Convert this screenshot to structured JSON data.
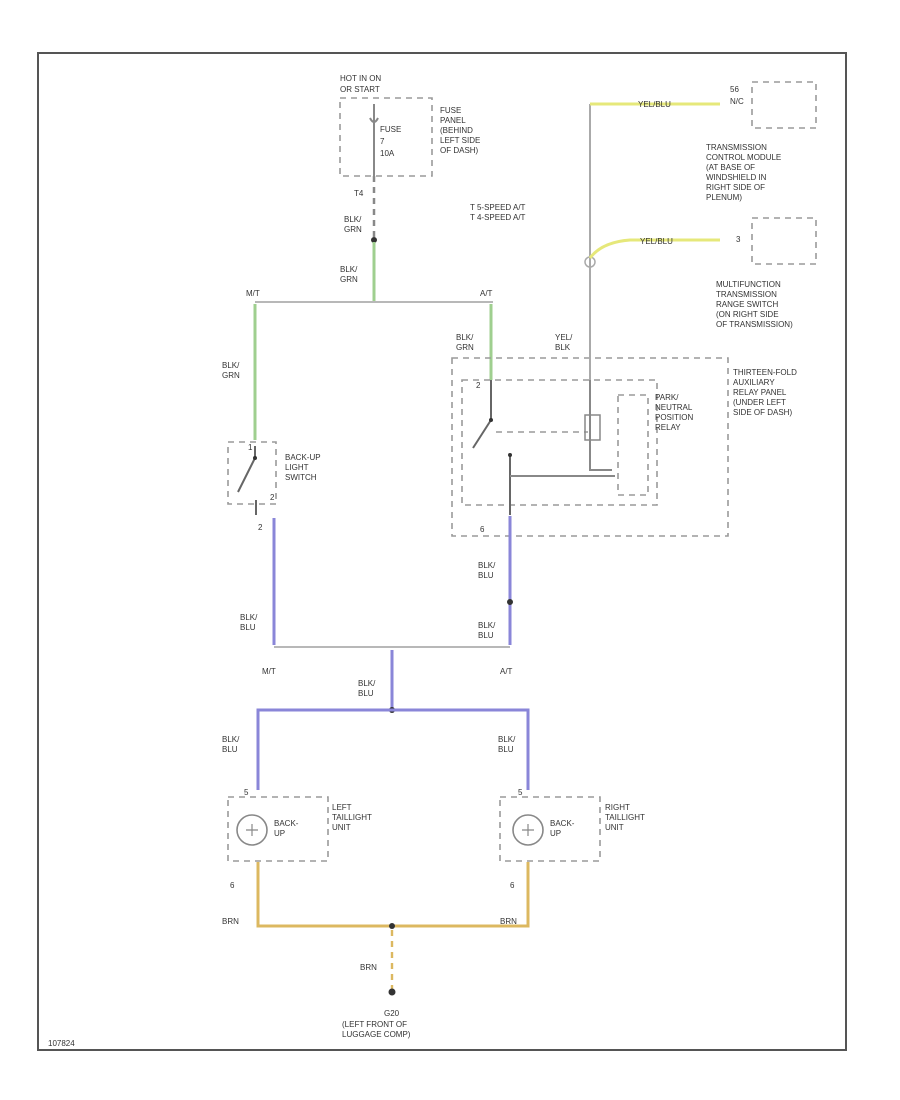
{
  "colors": {
    "grn": "#9fcf8f",
    "blu": "#8a86d8",
    "brn": "#dcb860",
    "yel": "#e6e87a",
    "wire_gray": "#b8b8b8",
    "border": "#555555"
  },
  "fuse": {
    "hot": "HOT IN ON",
    "hot2": "OR START",
    "label": "FUSE",
    "num": "7",
    "amp": "10A",
    "location": [
      "FUSE",
      "PANEL",
      "(BEHIND",
      "LEFT SIDE",
      "OF DASH)"
    ],
    "pin": "T4"
  },
  "wire_labels": {
    "blk_grn_1": [
      "BLK/",
      "GRN"
    ],
    "blk_grn_2": [
      "BLK/",
      "GRN"
    ],
    "blk_grn_mt": [
      "BLK/",
      "GRN"
    ],
    "blk_grn_at": [
      "BLK/",
      "GRN"
    ],
    "yel_blk": [
      "YEL/",
      "BLK"
    ],
    "blk_blu_relay": [
      "BLK/",
      "BLU"
    ],
    "blk_blu_mt": [
      "BLK/",
      "BLU"
    ],
    "blk_blu_at": [
      "BLK/",
      "BLU"
    ],
    "blk_blu_center": [
      "BLK/",
      "BLU"
    ],
    "blk_blu_left": [
      "BLK/",
      "BLU"
    ],
    "blk_blu_right": [
      "BLK/",
      "BLU"
    ],
    "brn_left": "BRN",
    "brn_right": "BRN",
    "brn_ground": "BRN",
    "yel_blu_top": "YEL/BLU",
    "yel_blu_mid": "YEL/BLU"
  },
  "transmission_note": [
    "T  5-SPEED A/T",
    "T  4-SPEED A/T"
  ],
  "split_labels": {
    "mt_top": "M/T",
    "at_top": "A/T",
    "mt_bottom": "M/T",
    "at_bottom": "A/T"
  },
  "tcm": {
    "pin_top": "56",
    "pin_top2": "N/C",
    "label": [
      "TRANSMISSION",
      "CONTROL MODULE",
      "(AT BASE OF",
      "WINDSHIELD IN",
      "RIGHT SIDE OF",
      "PLENUM)"
    ],
    "pin_mid": "3"
  },
  "mfs": {
    "label": [
      "MULTIFUNCTION",
      "TRANSMISSION",
      "RANGE SWITCH",
      "(ON RIGHT SIDE",
      "OF TRANSMISSION)"
    ]
  },
  "relay_panel": {
    "label": [
      "THIRTEEN-FOLD",
      "AUXILIARY",
      "RELAY PANEL",
      "(UNDER LEFT",
      "SIDE OF DASH)"
    ],
    "relay": [
      "PARK/",
      "NEUTRAL",
      "POSITION",
      "RELAY"
    ],
    "pin_top": "2",
    "pin_bottom": "6"
  },
  "backup_switch": {
    "label": [
      "BACK-UP",
      "LIGHT",
      "SWITCH"
    ],
    "pin_top": "1",
    "pin_bottom": "2"
  },
  "left_lamp": {
    "label": [
      "LEFT",
      "TAILLIGHT",
      "UNIT"
    ],
    "bulb": [
      "BACK-",
      "UP"
    ],
    "pin_top": "5",
    "pin_bottom": "6"
  },
  "right_lamp": {
    "label": [
      "RIGHT",
      "TAILLIGHT",
      "UNIT"
    ],
    "bulb": [
      "BACK-",
      "UP"
    ],
    "pin_top": "5",
    "pin_bottom": "6"
  },
  "ground": {
    "id": "G20",
    "location": [
      "(LEFT FRONT OF",
      "LUGGAGE COMP)"
    ]
  },
  "figure_id": "107824"
}
